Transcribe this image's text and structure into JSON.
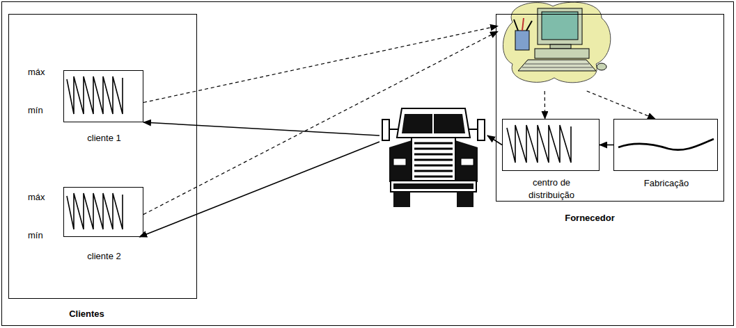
{
  "diagram": {
    "nodes": [
      {
        "text": [
          "Clientes"
        ]
      },
      {
        "text": [
          "máx",
          "mín",
          "cliente 1"
        ],
        "in": 0
      },
      {
        "text": [
          "máx",
          "mín",
          "cliente 2"
        ],
        "in": 0
      },
      {
        "text": [
          "Fornecedor"
        ]
      },
      {
        "text": [],
        "in": 3
      },
      {
        "text": [
          "centro de distribuição"
        ],
        "in": 3
      },
      {
        "text": [
          "Fabricação"
        ],
        "in": 3
      },
      {
        "text": []
      }
    ],
    "edges": [
      {
        "from": 1,
        "to": 4,
        "arrow": "to"
      },
      {
        "from": 2,
        "to": 4,
        "arrow": "to"
      },
      {
        "from": 4,
        "to": 5,
        "arrow": "to"
      },
      {
        "from": 4,
        "to": 6,
        "arrow": "to"
      },
      {
        "from": 6,
        "to": 5,
        "arrow": "to"
      },
      {
        "from": 5,
        "to": 7,
        "arrow": "to"
      },
      {
        "from": 7,
        "to": 1,
        "arrow": "to"
      },
      {
        "from": 7,
        "to": 2,
        "arrow": "to"
      }
    ]
  }
}
